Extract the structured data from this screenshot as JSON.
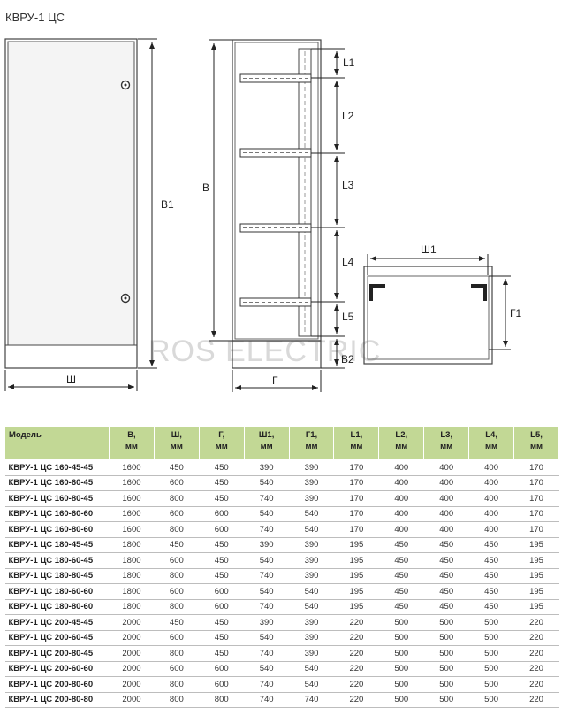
{
  "title": "КВРУ-1 ЦС",
  "watermark": "ROS ELECTRIC",
  "labels": {
    "b1": "В1",
    "sh": "Ш",
    "b": "В",
    "g": "Г",
    "l1": "L1",
    "l2": "L2",
    "l3": "L3",
    "l4": "L4",
    "l5": "L5",
    "b2": "В2",
    "sh1": "Ш1",
    "g1": "Г1"
  },
  "table": {
    "headers": [
      {
        "top": "Модель",
        "bottom": ""
      },
      {
        "top": "В,",
        "bottom": "мм"
      },
      {
        "top": "Ш,",
        "bottom": "мм"
      },
      {
        "top": "Г,",
        "bottom": "мм"
      },
      {
        "top": "Ш1,",
        "bottom": "мм"
      },
      {
        "top": "Г1,",
        "bottom": "мм"
      },
      {
        "top": "L1,",
        "bottom": "мм"
      },
      {
        "top": "L2,",
        "bottom": "мм"
      },
      {
        "top": "L3,",
        "bottom": "мм"
      },
      {
        "top": "L4,",
        "bottom": "мм"
      },
      {
        "top": "L5,",
        "bottom": "мм"
      }
    ],
    "rows": [
      [
        "КВРУ-1 ЦС 160-45-45",
        "1600",
        "450",
        "450",
        "390",
        "390",
        "170",
        "400",
        "400",
        "400",
        "170"
      ],
      [
        "КВРУ-1 ЦС 160-60-45",
        "1600",
        "600",
        "450",
        "540",
        "390",
        "170",
        "400",
        "400",
        "400",
        "170"
      ],
      [
        "КВРУ-1 ЦС 160-80-45",
        "1600",
        "800",
        "450",
        "740",
        "390",
        "170",
        "400",
        "400",
        "400",
        "170"
      ],
      [
        "КВРУ-1 ЦС 160-60-60",
        "1600",
        "600",
        "600",
        "540",
        "540",
        "170",
        "400",
        "400",
        "400",
        "170"
      ],
      [
        "КВРУ-1 ЦС 160-80-60",
        "1600",
        "800",
        "600",
        "740",
        "540",
        "170",
        "400",
        "400",
        "400",
        "170"
      ],
      [
        "КВРУ-1 ЦС 180-45-45",
        "1800",
        "450",
        "450",
        "390",
        "390",
        "195",
        "450",
        "450",
        "450",
        "195"
      ],
      [
        "КВРУ-1 ЦС 180-60-45",
        "1800",
        "600",
        "450",
        "540",
        "390",
        "195",
        "450",
        "450",
        "450",
        "195"
      ],
      [
        "КВРУ-1 ЦС 180-80-45",
        "1800",
        "800",
        "450",
        "740",
        "390",
        "195",
        "450",
        "450",
        "450",
        "195"
      ],
      [
        "КВРУ-1 ЦС 180-60-60",
        "1800",
        "600",
        "600",
        "540",
        "540",
        "195",
        "450",
        "450",
        "450",
        "195"
      ],
      [
        "КВРУ-1 ЦС 180-80-60",
        "1800",
        "800",
        "600",
        "740",
        "540",
        "195",
        "450",
        "450",
        "450",
        "195"
      ],
      [
        "КВРУ-1 ЦС 200-45-45",
        "2000",
        "450",
        "450",
        "390",
        "390",
        "220",
        "500",
        "500",
        "500",
        "220"
      ],
      [
        "КВРУ-1 ЦС 200-60-45",
        "2000",
        "600",
        "450",
        "540",
        "390",
        "220",
        "500",
        "500",
        "500",
        "220"
      ],
      [
        "КВРУ-1 ЦС 200-80-45",
        "2000",
        "800",
        "450",
        "740",
        "390",
        "220",
        "500",
        "500",
        "500",
        "220"
      ],
      [
        "КВРУ-1 ЦС 200-60-60",
        "2000",
        "600",
        "600",
        "540",
        "540",
        "220",
        "500",
        "500",
        "500",
        "220"
      ],
      [
        "КВРУ-1 ЦС 200-80-60",
        "2000",
        "800",
        "600",
        "740",
        "540",
        "220",
        "500",
        "500",
        "500",
        "220"
      ],
      [
        "КВРУ-1 ЦС 200-80-80",
        "2000",
        "800",
        "800",
        "740",
        "740",
        "220",
        "500",
        "500",
        "500",
        "220"
      ]
    ]
  }
}
